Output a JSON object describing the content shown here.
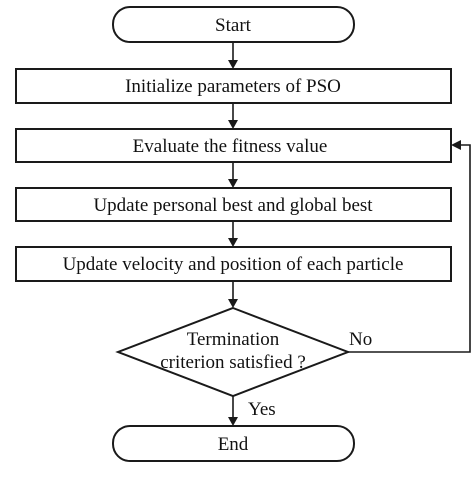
{
  "flowchart": {
    "start": "Start",
    "steps": [
      "Initialize parameters of PSO",
      "Evaluate the fitness value",
      "Update personal best and global best",
      "Update velocity and position of each particle"
    ],
    "decision": {
      "line1": "Termination",
      "line2": "criterion satisfied ?",
      "no_label": "No",
      "yes_label": "Yes"
    },
    "end": "End"
  }
}
